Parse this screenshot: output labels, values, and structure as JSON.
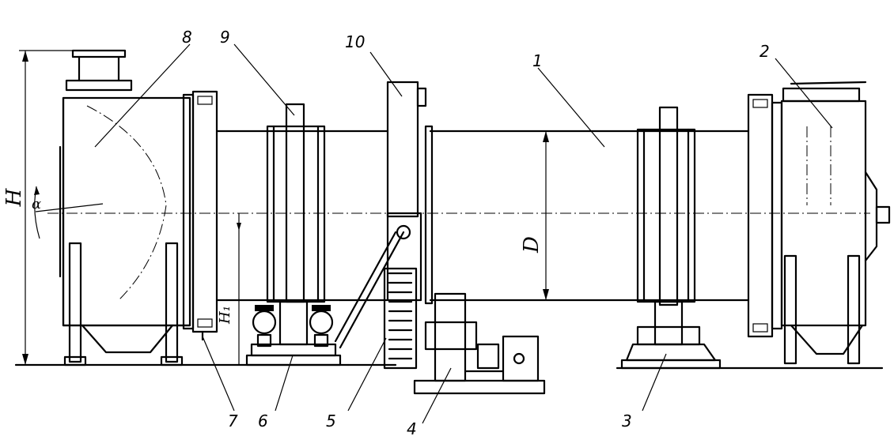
{
  "callouts": [
    "1",
    "2",
    "3",
    "4",
    "5",
    "6",
    "7",
    "8",
    "9",
    "10"
  ],
  "dimensions": {
    "height": "H",
    "diameter": "D",
    "angle": "α",
    "axis_height": "H₁"
  }
}
